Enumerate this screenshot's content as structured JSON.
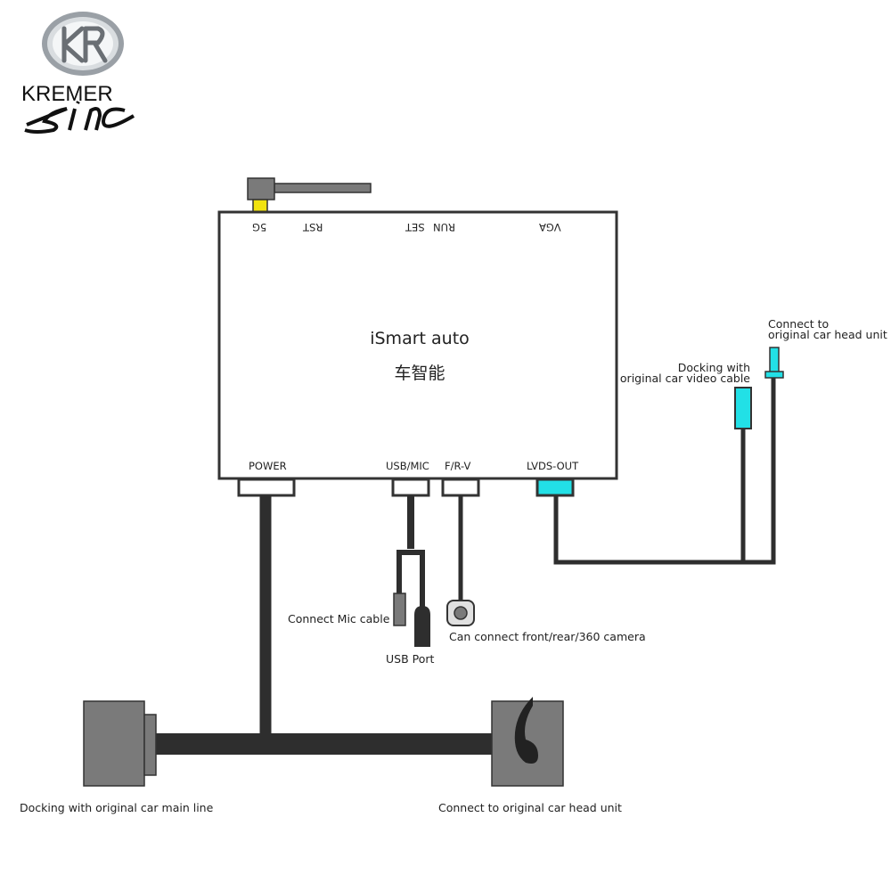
{
  "brand": {
    "logo_icon": "kr-emblem-icon",
    "name": "KREMER",
    "script_mark": "sinc"
  },
  "device": {
    "title": "iSmart auto",
    "subtitle": "车智能",
    "top_ports": {
      "p5g": "5G",
      "rst": "RST",
      "set": "SET",
      "run": "RUN",
      "vga": "VGA"
    },
    "bottom_ports": {
      "power": "POWER",
      "usb_mic": "USB/MIC",
      "frv": "F/R-V",
      "lvds": "LVDS-OUT"
    }
  },
  "callouts": {
    "connect_to_head_unit_top": [
      "Connect to",
      "original car head unit"
    ],
    "docking_video": [
      "Docking with",
      "original car video cable"
    ],
    "mic": "Connect Mic cable",
    "usb": "USB Port",
    "camera": "Can connect front/rear/360 camera",
    "main_line": "Docking with original car main line",
    "head_unit": "Connect to original car head unit"
  },
  "colors": {
    "outline": "#333333",
    "cable": "#2e2e2e",
    "connector_gray": "#7a7a7a",
    "antenna_port_yellow": "#f2e30f",
    "lvds_cyan": "#22e0e6"
  }
}
